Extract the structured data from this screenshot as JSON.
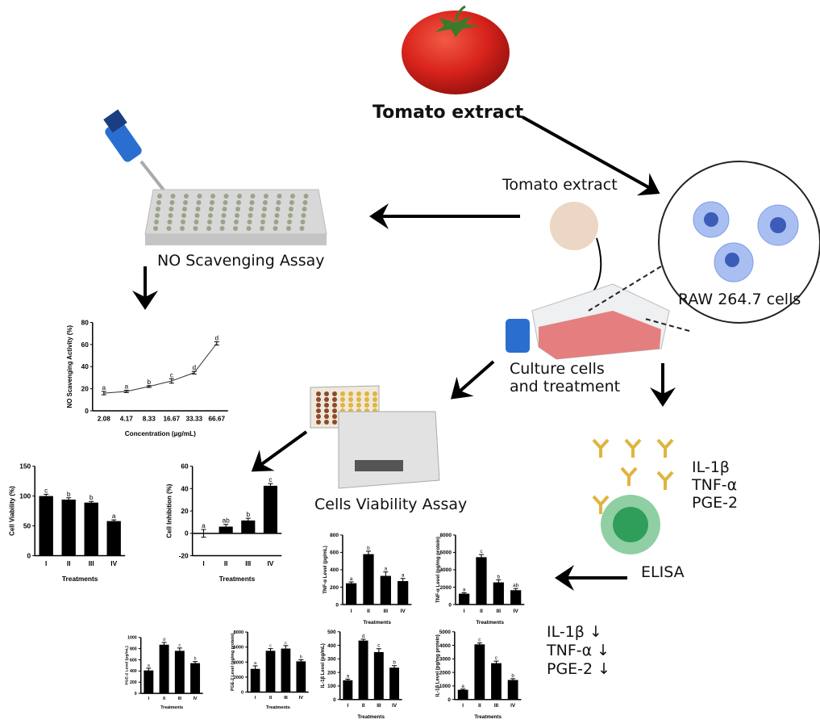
{
  "labels": {
    "tomato_title": "Tomato extract",
    "tomato_extract": "Tomato extract",
    "raw_cells": "RAW 264.7 cells",
    "no_assay": "NO Scavenging Assay",
    "culture_1": "Culture cells",
    "culture_2": "and treatment",
    "viability_assay": "Cells Viability Assay",
    "elisa": "ELISA",
    "markers": [
      "IL-1β",
      "TNF-α",
      "PGE-2"
    ],
    "markers_down": [
      "IL-1β ↓",
      "TNF-α ↓",
      "PGE-2 ↓"
    ]
  },
  "colors": {
    "tomato": "#d8231c",
    "flask_medium": "#e36b6b",
    "cell": "#7f9be6",
    "antibody": "#e0b440",
    "elisa_cell": "#2e9e5a",
    "bars": "#000000"
  },
  "icons": [
    "tomato-icon",
    "pipette-icon",
    "well-plate-icon",
    "powder-icon",
    "culture-flask-icon",
    "plate-reader-icon",
    "antibody-icon",
    "macrophage-icon"
  ],
  "chart_data": [
    {
      "id": "no",
      "type": "line",
      "categories": [
        "2.08",
        "4.17",
        "8.33",
        "16.67",
        "33.33",
        "66.67"
      ],
      "values": [
        16,
        17.5,
        22,
        27,
        34.5,
        61
      ],
      "error": [
        1.5,
        1,
        0.8,
        2,
        1.2,
        1.5
      ],
      "letters": [
        "a",
        "a",
        "b",
        "c",
        "d",
        "d"
      ],
      "xlabel": "Concentration (µg/mL)",
      "ylabel": "NO Scavenging Activity (%)",
      "ylim": [
        0,
        80
      ],
      "yticks": [
        0,
        20,
        40,
        60,
        80
      ]
    },
    {
      "id": "viability",
      "type": "bar",
      "categories": [
        "I",
        "II",
        "III",
        "IV"
      ],
      "values": [
        100,
        94,
        89,
        58
      ],
      "error": [
        3,
        3,
        2,
        2
      ],
      "letters": [
        "c",
        "b",
        "b",
        "a"
      ],
      "xlabel": "Treatments",
      "ylabel": "Cell Viability (%)",
      "ylim": [
        0,
        150
      ],
      "yticks": [
        0,
        50,
        100,
        150
      ]
    },
    {
      "id": "inhibition",
      "type": "bar",
      "categories": [
        "I",
        "II",
        "III",
        "IV"
      ],
      "values": [
        0,
        6,
        11.5,
        42.5
      ],
      "error": [
        3.5,
        2,
        2,
        2
      ],
      "letters": [
        "a",
        "ab",
        "b",
        "c"
      ],
      "xlabel": "Treatments",
      "ylabel": "Cell Inhibition (%)",
      "ylim": [
        -20,
        60
      ],
      "yticks": [
        -20,
        0,
        20,
        40,
        60
      ]
    },
    {
      "id": "tnf_ml",
      "type": "bar",
      "categories": [
        "I",
        "II",
        "III",
        "IV"
      ],
      "values": [
        245,
        580,
        330,
        270
      ],
      "error": [
        15,
        35,
        45,
        30
      ],
      "letters": [
        "a",
        "b",
        "a",
        "a"
      ],
      "xlabel": "Treatments",
      "ylabel": "TNF-α Level (pg/mL)",
      "ylim": [
        0,
        800
      ],
      "yticks": [
        0,
        200,
        400,
        600,
        800
      ]
    },
    {
      "id": "tnf_mg",
      "type": "bar",
      "categories": [
        "I",
        "II",
        "III",
        "IV"
      ],
      "values": [
        1250,
        5450,
        2550,
        1650
      ],
      "error": [
        100,
        300,
        300,
        200
      ],
      "letters": [
        "a",
        "c",
        "b",
        "ab"
      ],
      "xlabel": "Treatments",
      "ylabel": "TNF-α Level (pg/mg protein)",
      "ylim": [
        0,
        8000
      ],
      "yticks": [
        0,
        2000,
        4000,
        6000,
        8000
      ]
    },
    {
      "id": "pge_ml",
      "type": "bar",
      "categories": [
        "I",
        "II",
        "III",
        "IV"
      ],
      "values": [
        410,
        870,
        760,
        540
      ],
      "error": [
        40,
        40,
        50,
        30
      ],
      "letters": [
        "a",
        "d",
        "c",
        "b"
      ],
      "xlabel": "Treatments",
      "ylabel": "PGE-2 Level (pg/mL)",
      "ylim": [
        0,
        1000
      ],
      "yticks": [
        0,
        200,
        400,
        600,
        800,
        1000
      ]
    },
    {
      "id": "pge_mg",
      "type": "bar",
      "categories": [
        "I",
        "II",
        "III",
        "IV"
      ],
      "values": [
        3100,
        5500,
        5800,
        4100
      ],
      "error": [
        400,
        300,
        400,
        200
      ],
      "letters": [
        "a",
        "c",
        "c",
        "b"
      ],
      "xlabel": "Treatments",
      "ylabel": "PGE-2 Level (pg/mg protein)",
      "ylim": [
        0,
        8000
      ],
      "yticks": [
        0,
        2000,
        4000,
        6000,
        8000
      ]
    },
    {
      "id": "il_ml",
      "type": "bar",
      "categories": [
        "I",
        "II",
        "III",
        "IV"
      ],
      "values": [
        142,
        435,
        350,
        235
      ],
      "error": [
        8,
        10,
        25,
        15
      ],
      "letters": [
        "a",
        "d",
        "c",
        "b"
      ],
      "xlabel": "Treatments",
      "ylabel": "IL-1β Level (pg/mL)",
      "ylim": [
        0,
        500
      ],
      "yticks": [
        0,
        100,
        200,
        300,
        400,
        500
      ]
    },
    {
      "id": "il_mg",
      "type": "bar",
      "categories": [
        "I",
        "II",
        "III",
        "IV"
      ],
      "values": [
        720,
        4070,
        2680,
        1440
      ],
      "error": [
        50,
        100,
        150,
        100
      ],
      "letters": [
        "a",
        "c",
        "c",
        "b"
      ],
      "xlabel": "Treatments",
      "ylabel": "IL-1β Level (pg/mg protein)",
      "ylim": [
        0,
        5000
      ],
      "yticks": [
        0,
        1000,
        2000,
        3000,
        4000,
        5000
      ]
    }
  ]
}
